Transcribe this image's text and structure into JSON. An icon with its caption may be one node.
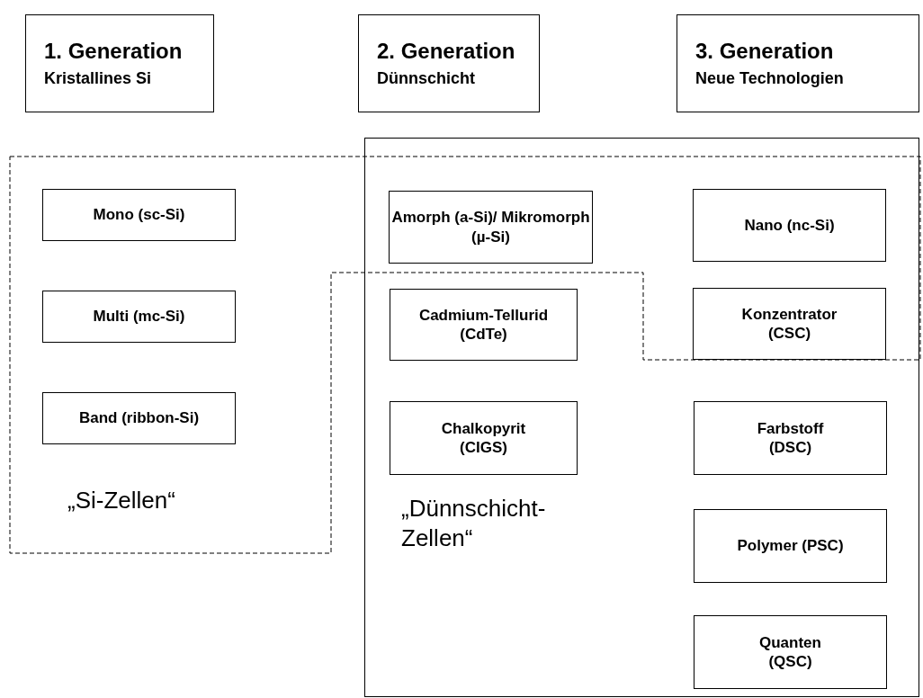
{
  "diagram": {
    "nodes": [
      {
        "text": [
          "1. Generation",
          "Kristallines Si"
        ]
      },
      {
        "text": [
          "2. Generation",
          "Dünnschicht"
        ]
      },
      {
        "text": [
          "3. Generation",
          "Neue Technologien"
        ]
      },
      {
        "text": [
          "„Si-Zellen“"
        ]
      },
      {
        "text": [
          "Mono (sc-Si)"
        ],
        "in": 3
      },
      {
        "text": [
          "Multi (mc-Si)"
        ],
        "in": 3
      },
      {
        "text": [
          "Band (ribbon-Si)"
        ],
        "in": 3
      },
      {
        "text": [
          "„Dünnschicht-Zellen“"
        ]
      },
      {
        "text": [
          "Amorph (a-Si)/ Mikromorph (µ-Si)"
        ]
      },
      {
        "text": [
          "Nano (nc-Si)"
        ]
      },
      {
        "text": [
          "Cadmium-Tellurid (CdTe)"
        ],
        "in": 7
      },
      {
        "text": [
          "Konzentrator (CSC)"
        ]
      },
      {
        "text": [
          "Chalkopyrit (CIGS)"
        ],
        "in": 7
      },
      {
        "text": [
          "Farbstoff (DSC)"
        ],
        "in": 7
      },
      {
        "text": [
          "Polymer (PSC)"
        ],
        "in": 7
      },
      {
        "text": [
          "Quanten (QSC)"
        ],
        "in": 7
      }
    ]
  }
}
